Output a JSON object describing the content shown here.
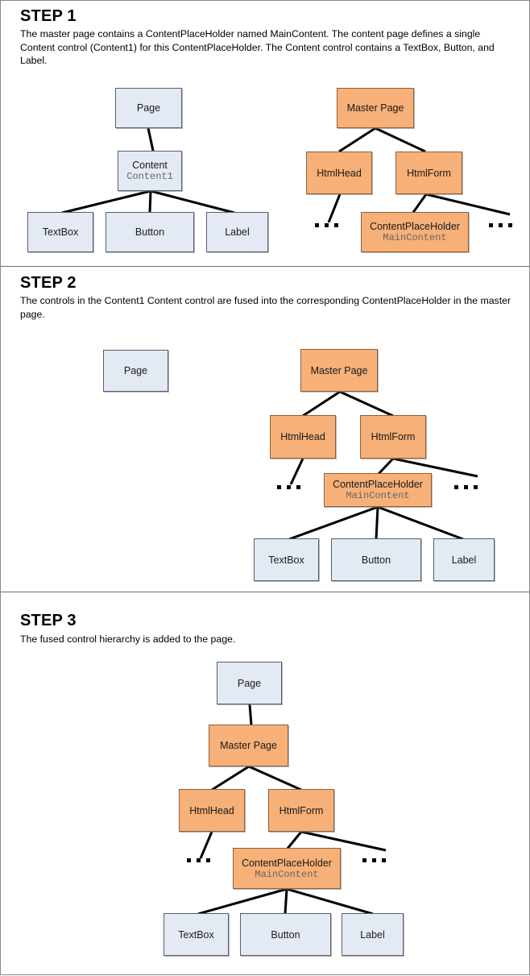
{
  "diagram": {
    "title": "ASP.NET master page / content page merge process",
    "colors": {
      "blue_node": "#e4eaf4",
      "orange_node": "#f7b077",
      "border": "#4d4d4d",
      "link": "#000000",
      "background": "#ffffff",
      "mono_text": "#666666"
    }
  },
  "steps": [
    {
      "title": "STEP 1",
      "description": "The master page contains a ContentPlaceHolder named MainContent. The content page defines a single Content control (Content1) for this ContentPlaceHolder. The Content control contains a TextBox, Button, and Label.",
      "nodes": {
        "page": "Page",
        "content": "Content",
        "content_sub": "Content1",
        "textbox": "TextBox",
        "button": "Button",
        "label": "Label",
        "master_page": "Master Page",
        "htmlhead": "HtmlHead",
        "htmlform": "HtmlForm",
        "placeholder": "ContentPlaceHolder",
        "placeholder_sub": "MainContent",
        "ellipsis_left": "...",
        "ellipsis_right": "..."
      }
    },
    {
      "title": "STEP 2",
      "description": "The controls in the Content1 Content control are fused into the corresponding ContentPlaceHolder in the master page.",
      "nodes": {
        "page": "Page",
        "master_page": "Master Page",
        "htmlhead": "HtmlHead",
        "htmlform": "HtmlForm",
        "placeholder": "ContentPlaceHolder",
        "placeholder_sub": "MainContent",
        "textbox": "TextBox",
        "button": "Button",
        "label": "Label",
        "ellipsis_left": "...",
        "ellipsis_right": "..."
      }
    },
    {
      "title": "STEP 3",
      "description": "The fused control hierarchy is added to the page.",
      "nodes": {
        "page": "Page",
        "master_page": "Master Page",
        "htmlhead": "HtmlHead",
        "htmlform": "HtmlForm",
        "placeholder": "ContentPlaceHolder",
        "placeholder_sub": "MainContent",
        "textbox": "TextBox",
        "button": "Button",
        "label": "Label",
        "ellipsis_left": "...",
        "ellipsis_right": "..."
      }
    }
  ]
}
